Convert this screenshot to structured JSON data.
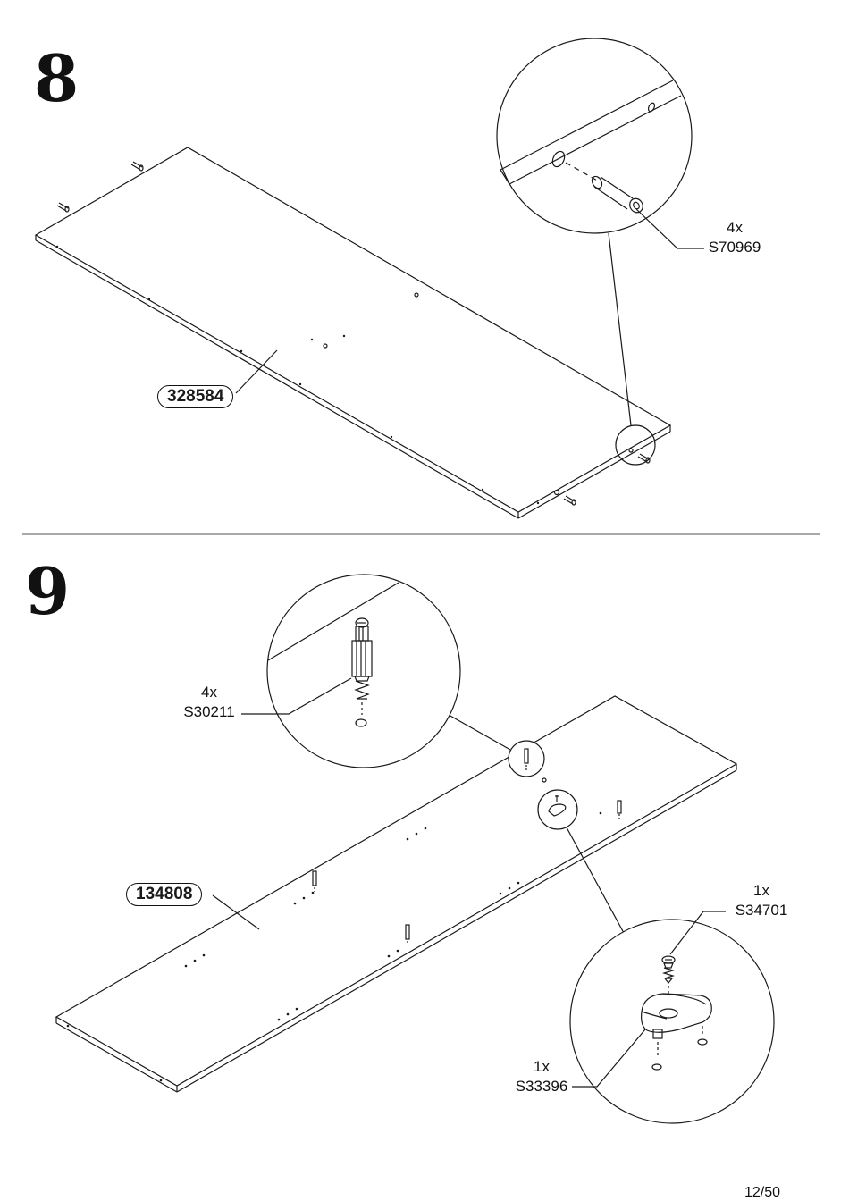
{
  "steps": [
    {
      "number": "8",
      "panel_part": "328584",
      "callouts": [
        {
          "qty": "4x",
          "part": "S70969"
        }
      ]
    },
    {
      "number": "9",
      "panel_part": "134808",
      "callouts": [
        {
          "qty": "4x",
          "part": "S30211"
        },
        {
          "qty": "1x",
          "part": "S34701"
        },
        {
          "qty": "1x",
          "part": "S33396"
        }
      ]
    }
  ],
  "page_number": "12/50",
  "colors": {
    "line": "#1a1a1a",
    "background": "#ffffff"
  }
}
